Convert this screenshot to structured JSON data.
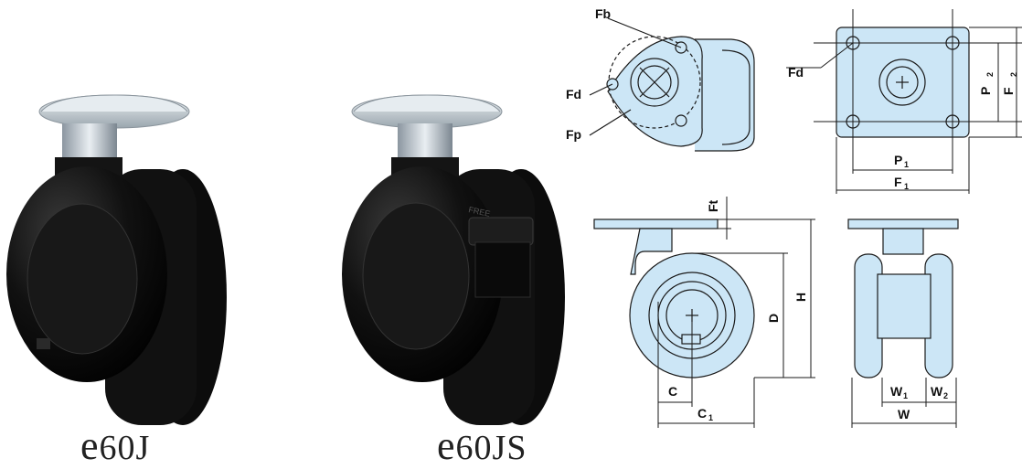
{
  "products": [
    {
      "model_prefix": "e",
      "model_suffix": "60J"
    },
    {
      "model_prefix": "e",
      "model_suffix": "60JS"
    }
  ],
  "embossed_text": "FREE",
  "dimension_labels": {
    "fb": "Fb",
    "fd_top": "Fd",
    "fp": "Fp",
    "fd_plate": "Fd",
    "p2": "P",
    "p2_sub": "2",
    "f2": "F",
    "f2_sub": "2",
    "p1": "P",
    "p1_sub": "1",
    "f1": "F",
    "f1_sub": "1",
    "ft": "Ft",
    "d": "D",
    "h": "H",
    "c": "C",
    "c1": "C",
    "c1_sub": "1",
    "w1": "W",
    "w1_sub": "1",
    "w2": "W",
    "w2_sub": "2",
    "w": "W"
  },
  "colors": {
    "drawing_fill": "#cce6f6",
    "line": "#1a1a1a",
    "wheel": "#0d0d0d",
    "plate": "#c9d3da"
  }
}
